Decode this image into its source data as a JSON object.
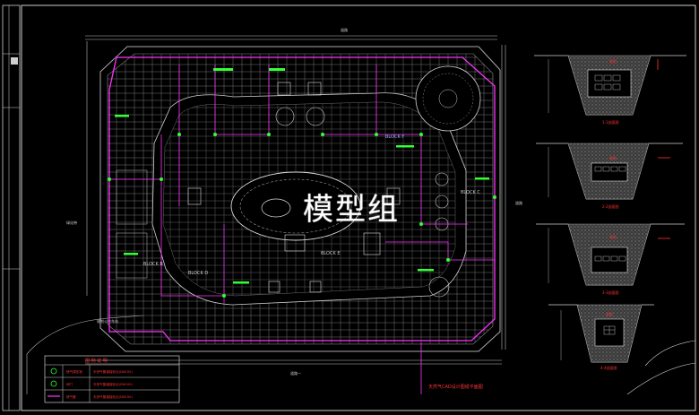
{
  "drawing": {
    "watermark": "模型组",
    "plan_title": "天然气CAD设计图纸平面图",
    "north_road": "道路",
    "south_road": "道路一",
    "east_road": "道路",
    "left_label_1": "绿化带",
    "left_label_2": "规划公交车站",
    "building_labels": [
      {
        "text": "BLOCK F",
        "color": "#9aa0ff"
      },
      {
        "text": "BLOCK B",
        "color": "#c8c8c8"
      },
      {
        "text": "BLOCK C",
        "color": "#c8c8c8"
      },
      {
        "text": "BLOCK E",
        "color": "#c8c8c8"
      },
      {
        "text": "BLOCK D",
        "color": "#c8c8c8"
      }
    ],
    "legend": {
      "title": "图 例 说 明",
      "rows": [
        {
          "symbol": "circle-green",
          "name": "燃气调压柜",
          "desc": "天然气管道接驳点(DN150)"
        },
        {
          "symbol": "circle-green",
          "name": "阀门",
          "desc": "天然气管道接驳点(DN100)"
        },
        {
          "symbol": "line-magenta",
          "name": "燃气管",
          "desc": "天然气管道接驳点(DN150)"
        }
      ]
    },
    "sections": [
      {
        "heading": "规划",
        "caption": "1-1剖面图"
      },
      {
        "heading": "规划",
        "caption": "2-2剖面图"
      },
      {
        "heading": "规划",
        "caption": "3-3剖面图"
      },
      {
        "heading": "规划",
        "caption": "4-4剖面图"
      }
    ],
    "colors": {
      "background": "#000000",
      "pipe": "#ff33ff",
      "frame": "#ffffff",
      "outline": "#9a9a9a",
      "annotation": "#33ff33",
      "section_fill": "#5a5a5a",
      "legend_text": "#ff3333"
    }
  }
}
